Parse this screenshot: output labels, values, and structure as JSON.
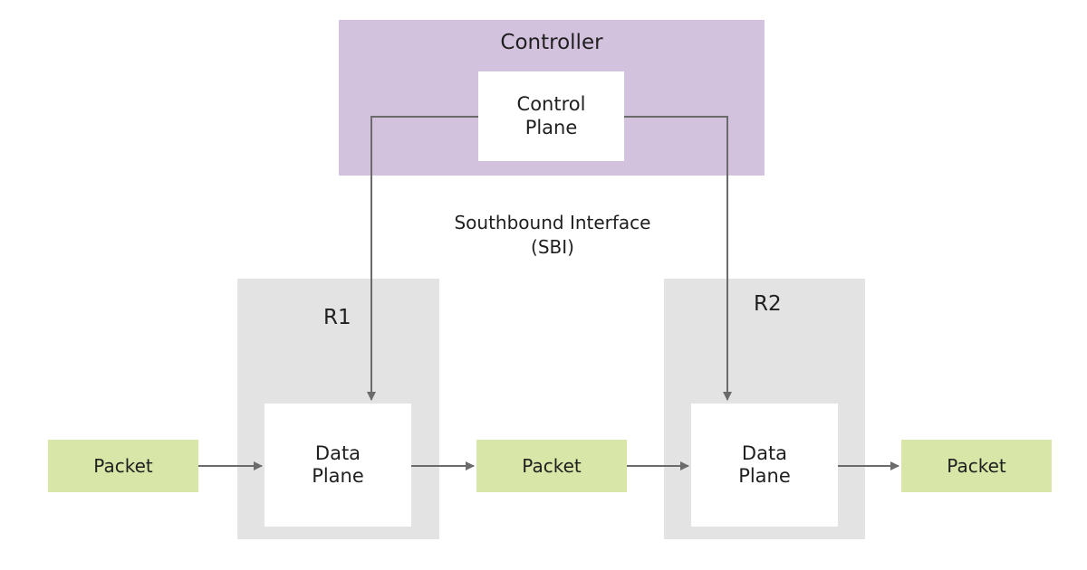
{
  "controller": {
    "title": "Controller",
    "control_plane_label": "Control\nPlane"
  },
  "interface_label": "Southbound Interface\n(SBI)",
  "routers": [
    {
      "label": "R1",
      "data_plane_label": "Data\nPlane"
    },
    {
      "label": "R2",
      "data_plane_label": "Data\nPlane"
    }
  ],
  "packets": [
    "Packet",
    "Packet",
    "Packet"
  ],
  "colors": {
    "controller_fill": "#d3c2dd",
    "router_fill": "#e3e3e3",
    "packet_fill": "#d8e7a8",
    "plane_fill": "#ffffff",
    "connector": "#6b6b6b"
  }
}
